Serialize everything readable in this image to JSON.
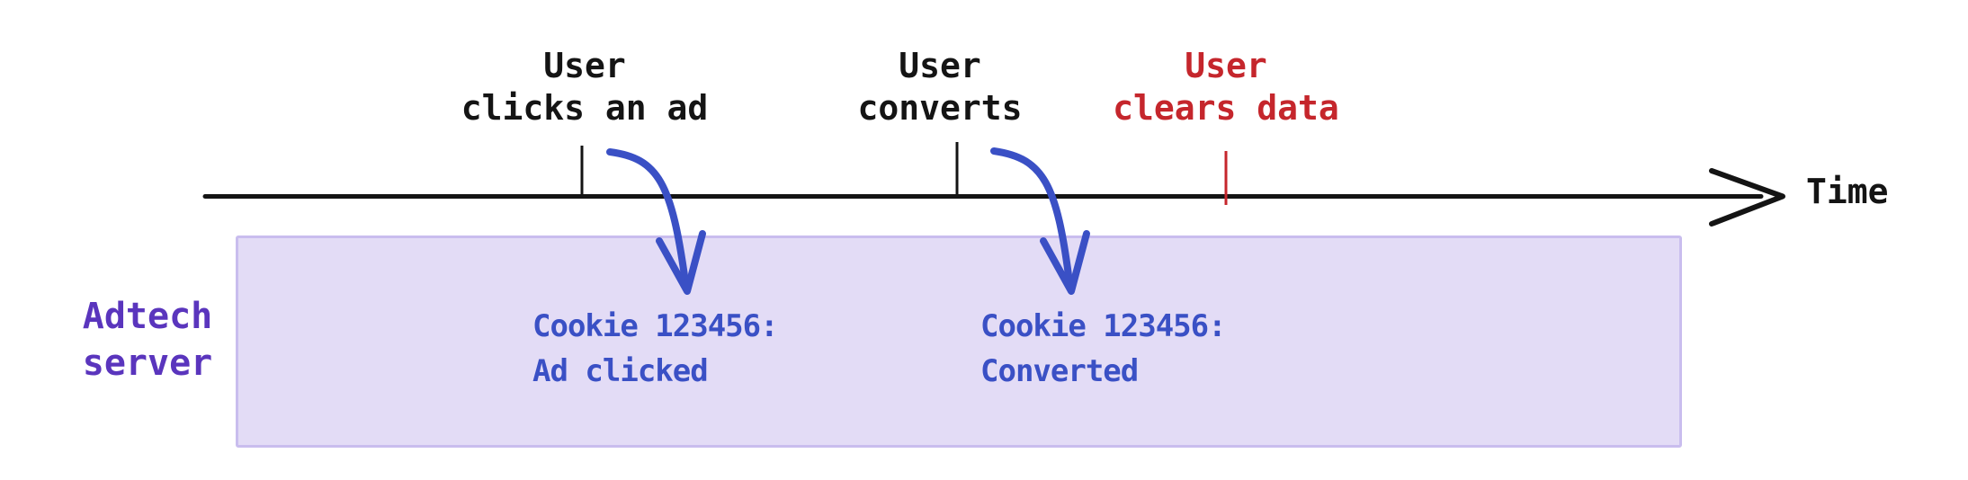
{
  "diagram": {
    "axis": {
      "label": "Time"
    },
    "events": [
      {
        "id": "click",
        "line1": "User",
        "line2": "clicks an ad"
      },
      {
        "id": "convert",
        "line1": "User",
        "line2": "converts"
      },
      {
        "id": "clear",
        "line1": "User",
        "line2": "clears data"
      }
    ],
    "server": {
      "label_line1": "Adtech",
      "label_line2": "server",
      "records": [
        {
          "line1": "Cookie 123456:",
          "line2": "Ad clicked"
        },
        {
          "line1": "Cookie 123456:",
          "line2": "Converted"
        }
      ]
    },
    "colors": {
      "ink": "#141414",
      "event_cleared_red": "#c5262c",
      "arrow_blue": "#3a50c5",
      "server_label_purple": "#5a35bd",
      "box_fill": "#e3dcf6",
      "box_border": "#c9bdee"
    }
  }
}
